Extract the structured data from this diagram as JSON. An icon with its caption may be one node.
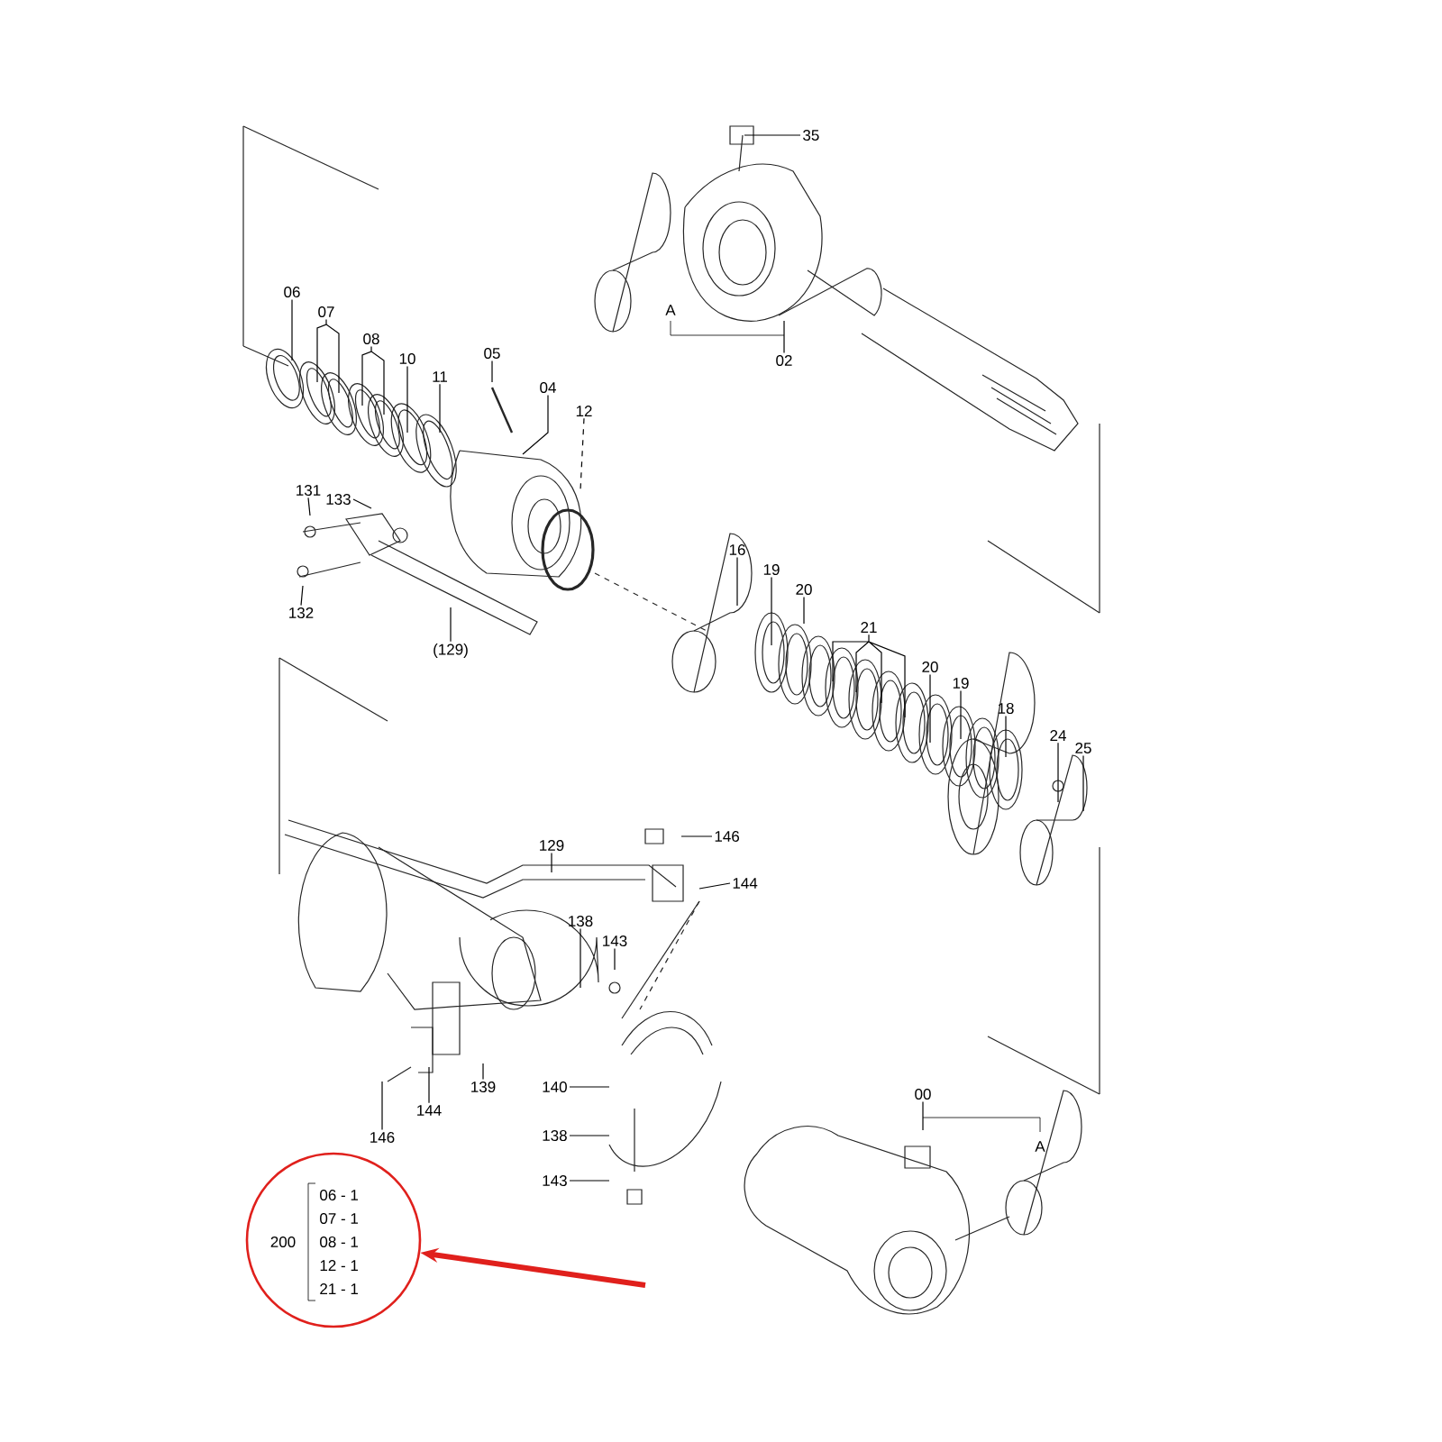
{
  "diagram": {
    "nodes": [
      {
        "text": [
          "35"
        ]
      },
      {
        "text": [
          "02"
        ]
      },
      {
        "text": [
          "06"
        ]
      },
      {
        "text": [
          "07"
        ]
      },
      {
        "text": [
          "08"
        ]
      },
      {
        "text": [
          "10"
        ]
      },
      {
        "text": [
          "11"
        ]
      },
      {
        "text": [
          "05"
        ]
      },
      {
        "text": [
          "04"
        ]
      },
      {
        "text": [
          "12"
        ]
      },
      {
        "text": [
          "131"
        ]
      },
      {
        "text": [
          "133"
        ]
      },
      {
        "text": [
          "132"
        ]
      },
      {
        "text": [
          "(129)"
        ]
      },
      {
        "text": [
          "16"
        ]
      },
      {
        "text": [
          "19"
        ]
      },
      {
        "text": [
          "20"
        ]
      },
      {
        "text": [
          "21"
        ]
      },
      {
        "text": [
          "20"
        ]
      },
      {
        "text": [
          "19"
        ]
      },
      {
        "text": [
          "18"
        ]
      },
      {
        "text": [
          "24"
        ]
      },
      {
        "text": [
          "25"
        ]
      },
      {
        "text": [
          "129"
        ]
      },
      {
        "text": [
          "146"
        ]
      },
      {
        "text": [
          "144"
        ]
      },
      {
        "text": [
          "138"
        ]
      },
      {
        "text": [
          "143"
        ]
      },
      {
        "text": [
          "139"
        ]
      },
      {
        "text": [
          "144"
        ]
      },
      {
        "text": [
          "146"
        ]
      },
      {
        "text": [
          "140"
        ]
      },
      {
        "text": [
          "138"
        ]
      },
      {
        "text": [
          "143"
        ]
      },
      {
        "text": [
          "00"
        ]
      },
      {
        "text": [
          "200",
          "06 - 1",
          "07 - 1",
          "08 - 1",
          "12 - 1",
          "21 - 1"
        ]
      }
    ],
    "edges": [
      {
        "from": 0,
        "to": null,
        "arrow": "none"
      },
      {
        "from": 1,
        "to": null,
        "arrow": "none"
      },
      {
        "from": 2,
        "to": null,
        "arrow": "none"
      },
      {
        "from": 3,
        "to": null,
        "arrow": "none"
      },
      {
        "from": 4,
        "to": null,
        "arrow": "none"
      },
      {
        "from": 5,
        "to": null,
        "arrow": "none"
      },
      {
        "from": 6,
        "to": null,
        "arrow": "none"
      },
      {
        "from": 7,
        "to": null,
        "arrow": "none"
      },
      {
        "from": 8,
        "to": null,
        "arrow": "none"
      },
      {
        "from": 9,
        "to": null,
        "arrow": "none",
        "style": "dashed"
      },
      {
        "from": 10,
        "to": null,
        "arrow": "none"
      },
      {
        "from": 11,
        "to": null,
        "arrow": "none"
      },
      {
        "from": 12,
        "to": null,
        "arrow": "none"
      },
      {
        "from": 13,
        "to": null,
        "arrow": "none"
      },
      {
        "from": 14,
        "to": null,
        "arrow": "none"
      },
      {
        "from": 15,
        "to": null,
        "arrow": "none"
      },
      {
        "from": 16,
        "to": null,
        "arrow": "none"
      },
      {
        "from": 17,
        "to": null,
        "arrow": "none"
      },
      {
        "from": 18,
        "to": null,
        "arrow": "none"
      },
      {
        "from": 19,
        "to": null,
        "arrow": "none"
      },
      {
        "from": 20,
        "to": null,
        "arrow": "none"
      },
      {
        "from": 21,
        "to": null,
        "arrow": "none"
      },
      {
        "from": 22,
        "to": null,
        "arrow": "none"
      },
      {
        "from": 23,
        "to": null,
        "arrow": "none"
      },
      {
        "from": 24,
        "to": null,
        "arrow": "none"
      },
      {
        "from": 25,
        "to": null,
        "arrow": "none"
      },
      {
        "from": 26,
        "to": null,
        "arrow": "none"
      },
      {
        "from": 27,
        "to": null,
        "arrow": "none"
      },
      {
        "from": 28,
        "to": null,
        "arrow": "none"
      },
      {
        "from": 29,
        "to": null,
        "arrow": "none"
      },
      {
        "from": 30,
        "to": null,
        "arrow": "none"
      },
      {
        "from": 31,
        "to": null,
        "arrow": "none"
      },
      {
        "from": 32,
        "to": null,
        "arrow": "none"
      },
      {
        "from": 33,
        "to": null,
        "arrow": "none"
      },
      {
        "from": 34,
        "to": null,
        "arrow": "none"
      },
      {
        "from": null,
        "to": 35,
        "arrow": "to",
        "style": "thick",
        "color": "#e0201c"
      }
    ],
    "labels": [
      "A",
      "A"
    ]
  }
}
